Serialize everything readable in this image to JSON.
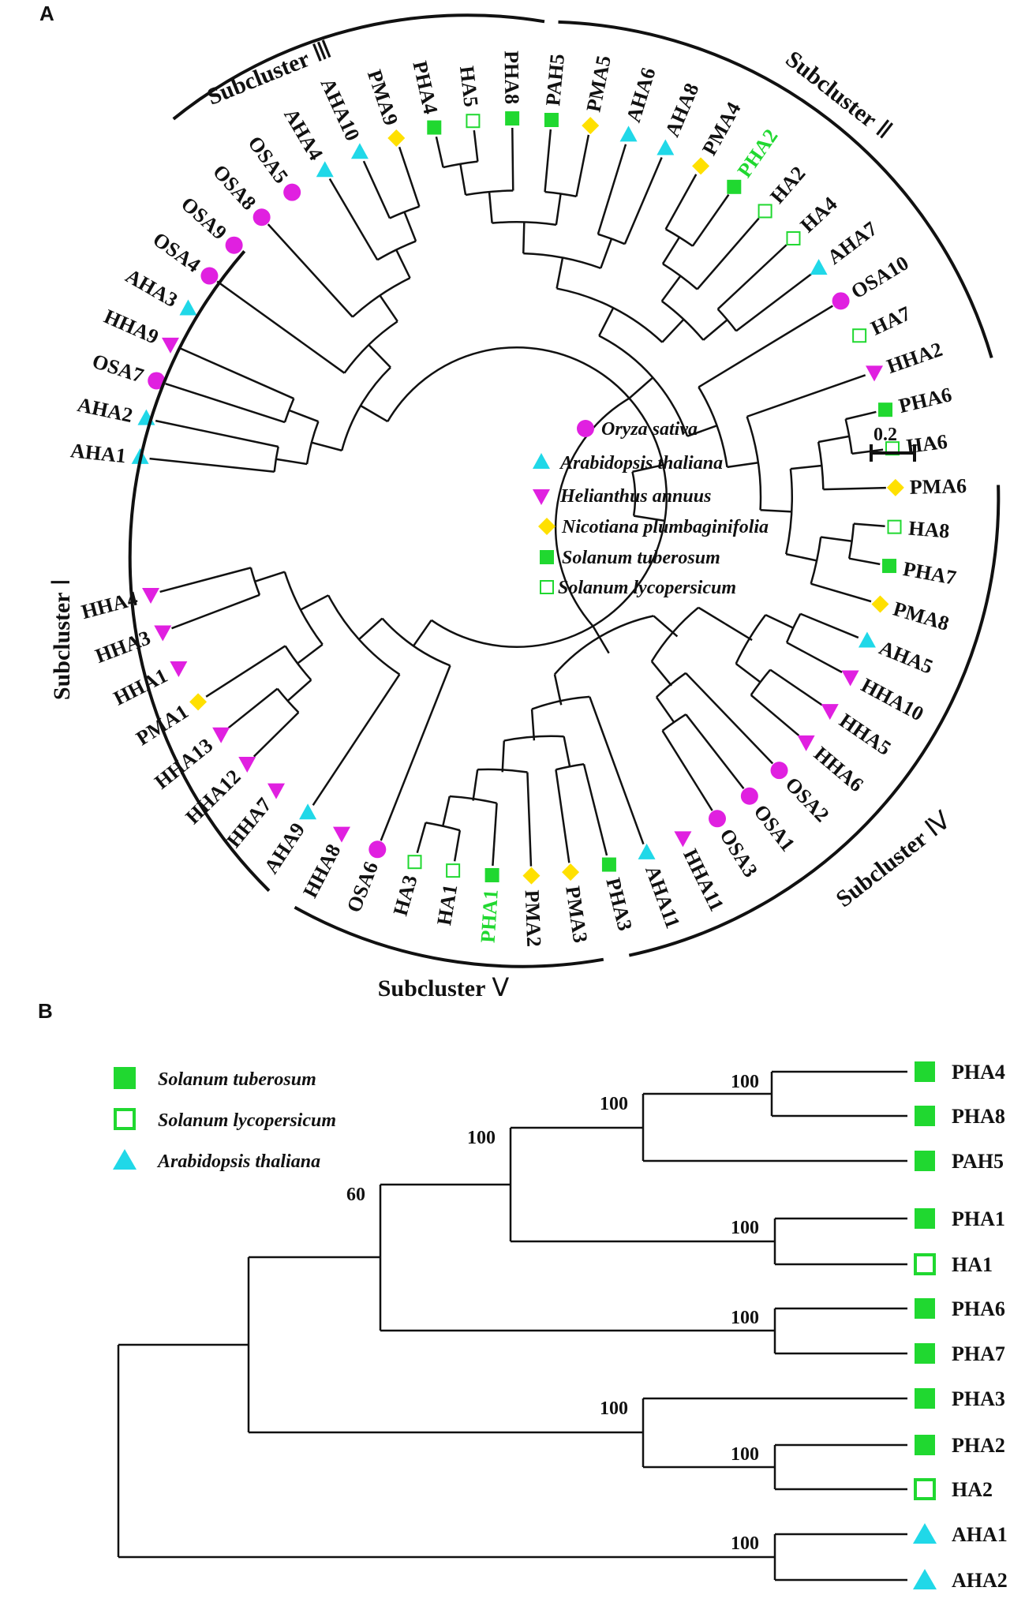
{
  "panel_a": {
    "label": "A",
    "subclusters": [
      {
        "word": "Subcluster",
        "numeral": "Ⅰ"
      },
      {
        "word": "Subcluster",
        "numeral": "Ⅱ"
      },
      {
        "word": "Subcluster",
        "numeral": "Ⅲ"
      },
      {
        "word": "Subcluster",
        "numeral": "Ⅳ"
      },
      {
        "word": "Subcluster",
        "numeral": "Ⅴ"
      }
    ],
    "scale_bar": "0.2",
    "legend": [
      {
        "species": "Oryza sativa",
        "marker": "circle",
        "color": "#e020e0"
      },
      {
        "species": "Arabidopsis thaliana",
        "marker": "triangle-up",
        "color": "#20d8e8"
      },
      {
        "species": "Helianthus annuus",
        "marker": "triangle-down",
        "color": "#e020e0"
      },
      {
        "species": "Nicotiana plumbaginifolia",
        "marker": "diamond",
        "color": "#ffe000"
      },
      {
        "species": "Solanum tuberosum",
        "marker": "filled-square",
        "color": "#20d830"
      },
      {
        "species": "Solanum lycopersicum",
        "marker": "open-square",
        "color": "#20d830"
      }
    ],
    "leaves": [
      "AHA1",
      "AHA2",
      "OSA7",
      "HHA9",
      "AHA3",
      "OSA4",
      "OSA9",
      "OSA8",
      "OSA5",
      "AHA4",
      "AHA10",
      "PMA9",
      "PHA4",
      "HA5",
      "PHA8",
      "PAH5",
      "PMA5",
      "AHA6",
      "AHA8",
      "PMA4",
      "PHA2",
      "HA2",
      "HA4",
      "AHA7",
      "OSA10",
      "HA7",
      "HHA2",
      "PHA6",
      "HA6",
      "PMA6",
      "HA8",
      "PHA7",
      "PMA8",
      "AHA5",
      "HHA10",
      "HHA5",
      "HHA6",
      "OSA2",
      "OSA1",
      "OSA3",
      "HHA11",
      "AHA11",
      "PHA3",
      "PMA3",
      "PMA2",
      "PHA1",
      "HA1",
      "HA3",
      "OSA6",
      "HHA8",
      "AHA9",
      "HHA7",
      "HHA12",
      "HHA13",
      "PMA1",
      "HHA1",
      "HHA3",
      "HHA4"
    ],
    "highlighted_leaves": [
      "PHA1",
      "PHA2"
    ]
  },
  "panel_b": {
    "label": "B",
    "legend": [
      {
        "species": "Solanum tuberosum",
        "marker": "filled-square",
        "color": "#20d830"
      },
      {
        "species": "Solanum lycopersicum",
        "marker": "open-square",
        "color": "#20d830"
      },
      {
        "species": "Arabidopsis thaliana",
        "marker": "triangle-up",
        "color": "#20d8e8"
      }
    ],
    "leaves": [
      {
        "name": "PHA4",
        "marker": "filled-square"
      },
      {
        "name": "PHA8",
        "marker": "filled-square"
      },
      {
        "name": "PAH5",
        "marker": "filled-square"
      },
      {
        "name": "PHA1",
        "marker": "filled-square"
      },
      {
        "name": "HA1",
        "marker": "open-square"
      },
      {
        "name": "PHA6",
        "marker": "filled-square"
      },
      {
        "name": "PHA7",
        "marker": "filled-square"
      },
      {
        "name": "PHA3",
        "marker": "filled-square"
      },
      {
        "name": "PHA2",
        "marker": "filled-square"
      },
      {
        "name": "HA2",
        "marker": "open-square"
      },
      {
        "name": "AHA1",
        "marker": "triangle-up"
      },
      {
        "name": "AHA2",
        "marker": "triangle-up"
      }
    ],
    "bootstrap_values": [
      "100",
      "100",
      "100",
      "60",
      "100",
      "100",
      "100",
      "100",
      "100"
    ]
  }
}
